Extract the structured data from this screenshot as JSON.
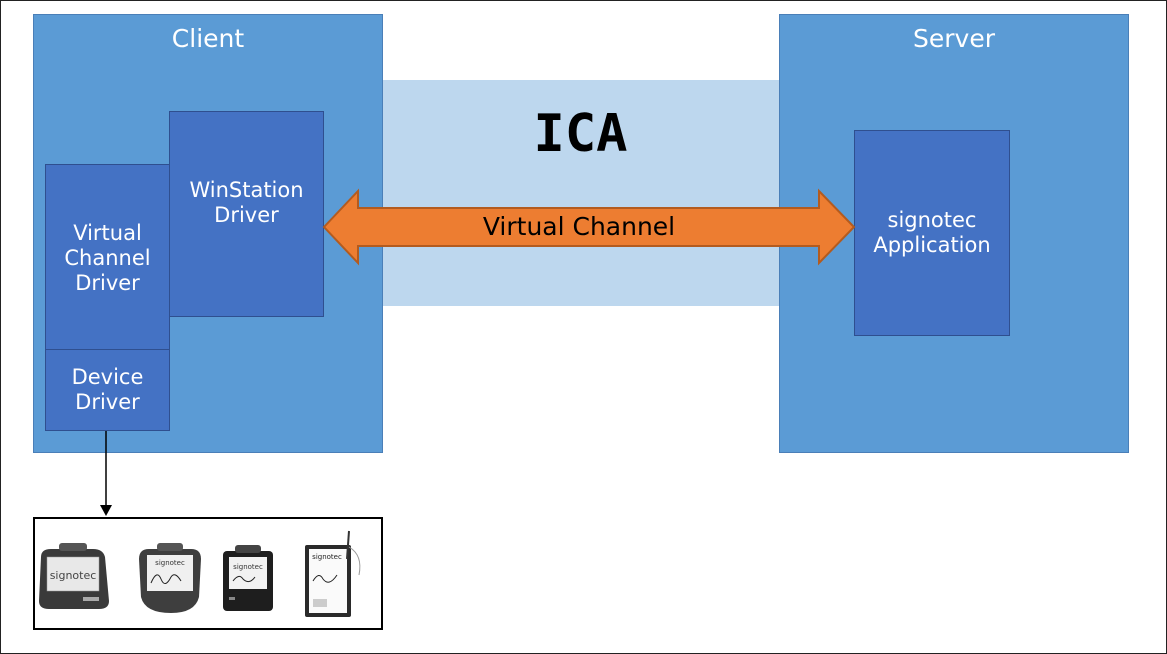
{
  "colors": {
    "panel": "#5b9bd5",
    "box": "#4472c4",
    "channel_band": "#bdd7ee",
    "arrow_fill": "#ed7d31",
    "arrow_stroke": "#b35b1f",
    "device_frame": "#000000"
  },
  "client": {
    "title": "Client",
    "winstation_driver": "WinStation\nDriver",
    "virtual_channel_driver": "Virtual\nChannel\nDriver",
    "device_driver": "Device\nDriver"
  },
  "server": {
    "title": "Server",
    "application": "signotec\nApplication"
  },
  "channel": {
    "protocol": "ICA",
    "virtual_channel": "Virtual Channel"
  },
  "devices": {
    "items": [
      {
        "icon": "signature-pad-icon",
        "brand": "signotec"
      },
      {
        "icon": "signature-pad-icon",
        "brand": "signotec"
      },
      {
        "icon": "signature-pad-icon",
        "brand": "signotec"
      },
      {
        "icon": "signature-tablet-with-pen-icon",
        "brand": "signotec"
      }
    ]
  }
}
